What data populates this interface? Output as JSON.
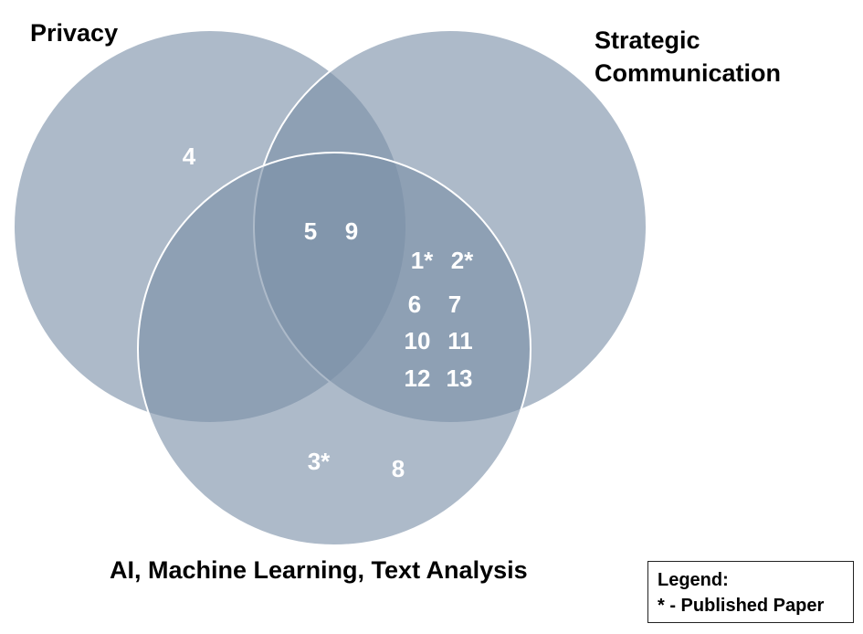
{
  "sets": [
    {
      "label_lines": [
        "Privacy"
      ],
      "color": "#7a90a8"
    },
    {
      "label_lines": [
        "Strategic",
        "Communication"
      ],
      "color": "#7a90a8"
    },
    {
      "label_lines": [
        "AI, Machine Learning, Text Analysis"
      ],
      "color": "#7a90a8"
    }
  ],
  "regions": {
    "privacy_only": [
      "4"
    ],
    "privacy_and_strategic": [
      "5",
      "9"
    ],
    "strategic_and_ai": [
      "1*",
      "2*",
      "6",
      "7",
      "10",
      "11",
      "12",
      "13"
    ],
    "ai_only": [
      "3*",
      "8"
    ]
  },
  "legend": {
    "title": "Legend:",
    "entry": "* - Published Paper"
  },
  "colors": {
    "circle_fill": "#7a90a8",
    "circle_stroke": "#ffffff",
    "item_text": "#ffffff",
    "label_text": "#000000"
  }
}
